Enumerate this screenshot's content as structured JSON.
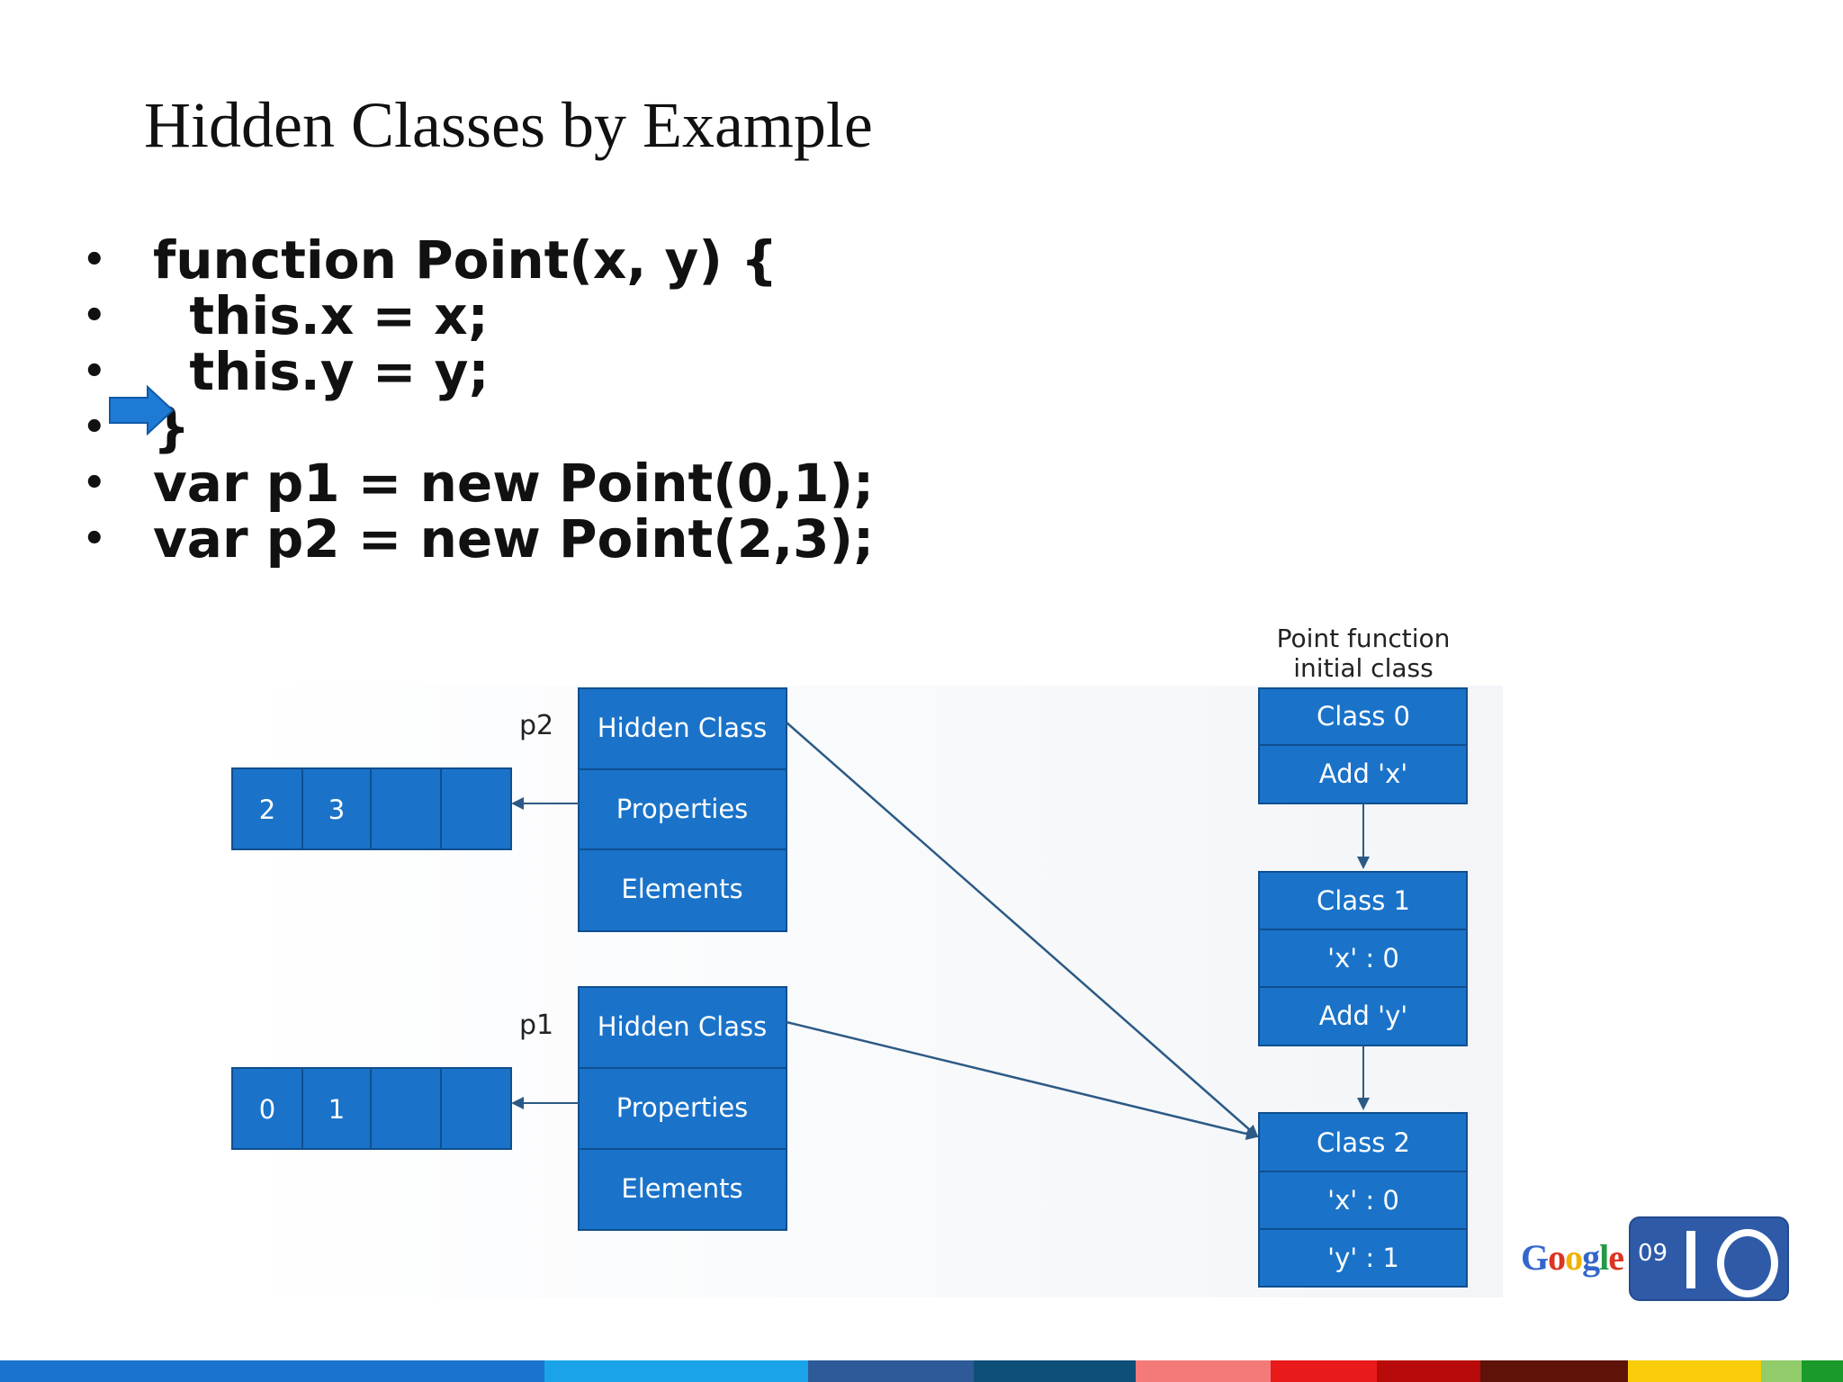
{
  "slide": {
    "title": "Hidden Classes by Example"
  },
  "code": {
    "bullet": "•",
    "lines": [
      "function Point(x, y) {",
      "  this.x = x;",
      "  this.y = y;",
      "}",
      "var p1 = new Point(0,1);",
      "var p2 = new Point(2,3);"
    ],
    "current_line_marker": "right-arrow-icon"
  },
  "diagram": {
    "p2": {
      "label": "p2",
      "object_fields": [
        "Hidden Class",
        "Properties",
        "Elements"
      ],
      "property_values": [
        "2",
        "3",
        "",
        ""
      ]
    },
    "p1": {
      "label": "p1",
      "object_fields": [
        "Hidden Class",
        "Properties",
        "Elements"
      ],
      "property_values": [
        "0",
        "1",
        "",
        ""
      ]
    },
    "initial_class_caption": [
      "Point function",
      "initial class"
    ],
    "class0": [
      "Class 0",
      "Add 'x'"
    ],
    "class1": [
      "Class 1",
      "'x' : 0",
      "Add 'y'"
    ],
    "class2": [
      "Class 2",
      "'x' : 0",
      "'y' : 1"
    ]
  },
  "branding": {
    "google_letters": [
      "G",
      "o",
      "o",
      "g",
      "l",
      "e"
    ],
    "google_colors": [
      "#3366cc",
      "#dd3322",
      "#f2b100",
      "#3366cc",
      "#229944",
      "#dd3322"
    ],
    "year": "09",
    "io_icon": "io-logo-icon"
  },
  "colors": {
    "box_fill": "#1a73c9",
    "box_stroke": "#0f4f8f",
    "edge": "#2d5a85",
    "arrow_marker": "#1e7ad4"
  },
  "footer_bar_colors": [
    "#1a73cf",
    "#1aa3e8",
    "#2e5a98",
    "#0e4f78",
    "#f47a7a",
    "#e81a1a",
    "#b80a0a",
    "#5e1208",
    "#f8cc08",
    "#92cc6a",
    "#1a9a2a"
  ]
}
